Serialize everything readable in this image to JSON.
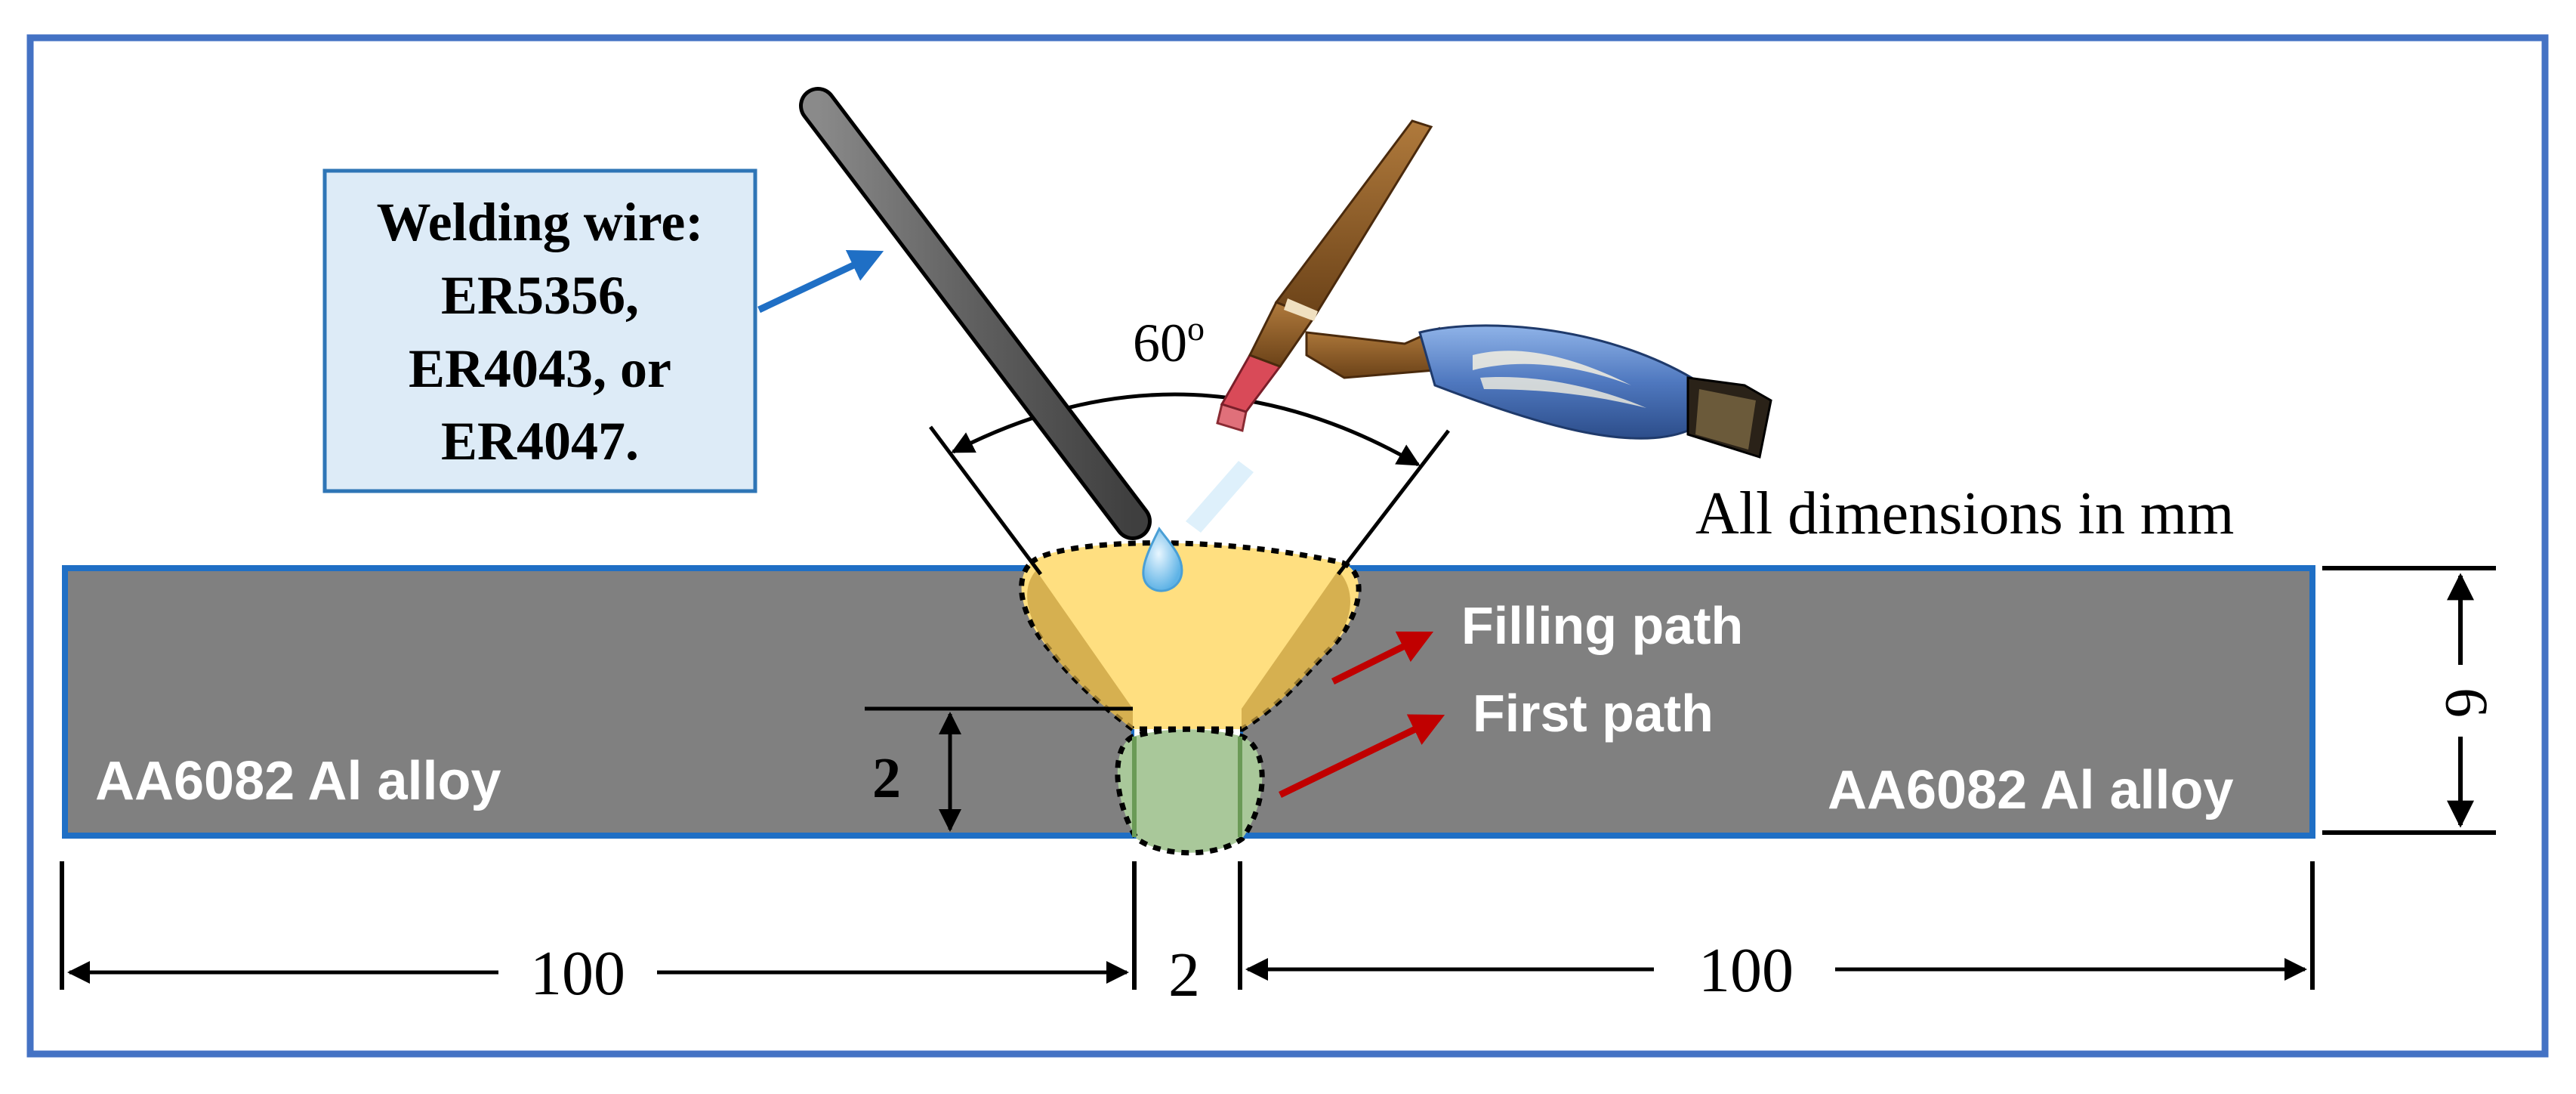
{
  "wire_label": {
    "lines": [
      "Welding wire:",
      "ER5356,",
      "ER4043, or",
      "ER4047."
    ]
  },
  "angle_label": "60",
  "angle_unit": "o",
  "units_note": "All dimensions in mm",
  "plates": {
    "left_label": "AA6082 Al alloy",
    "right_label": "AA6082 Al alloy"
  },
  "passes": {
    "filling": "Filling path",
    "first": "First path"
  },
  "dimensions": {
    "root_height": "2",
    "thickness": "6",
    "left_length": "100",
    "gap": "2",
    "right_length": "100"
  },
  "colors": {
    "frame": "#4472C4",
    "plate_fill": "#808080",
    "plate_border": "#1F6FC5",
    "filling_pass": "#FFDF80",
    "first_pass": "#A9C89A",
    "pass_arrows": "#C00000",
    "wire_box_fill": "#DDEBF7",
    "wire_box_border": "#2E75B6",
    "wire_rod": "#666666"
  },
  "icons": [
    "tig-torch-icon",
    "filler-wire-icon",
    "weld-droplet-icon"
  ]
}
